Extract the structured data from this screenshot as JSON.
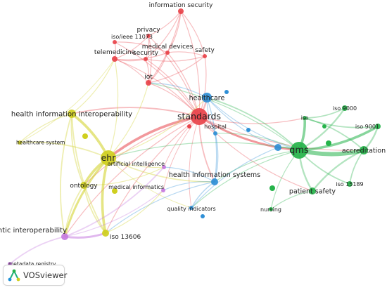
{
  "app": {
    "name": "VOSviewer",
    "logo_icon": "vosviewer-logo-icon"
  },
  "colors": {
    "red": "#e8434a",
    "blue": "#2f8fd6",
    "green": "#25b34a",
    "yellow": "#cfcf1f",
    "purple": "#c77be0"
  },
  "nodes": [
    {
      "id": "information_security",
      "label": "information security",
      "cluster": "red"
    },
    {
      "id": "privacy",
      "label": "privacy",
      "cluster": "red"
    },
    {
      "id": "iso_ieee_11073",
      "label": "iso/ieee 11073",
      "cluster": "red"
    },
    {
      "id": "medical_devices",
      "label": "medical devices",
      "cluster": "red"
    },
    {
      "id": "telemedicine",
      "label": "telemedicine",
      "cluster": "red"
    },
    {
      "id": "security",
      "label": "security",
      "cluster": "red"
    },
    {
      "id": "safety",
      "label": "safety",
      "cluster": "red"
    },
    {
      "id": "iot",
      "label": "iot",
      "cluster": "red"
    },
    {
      "id": "standards",
      "label": "standards",
      "cluster": "red"
    },
    {
      "id": "healthcare",
      "label": "healthcare",
      "cluster": "blue"
    },
    {
      "id": "hospital",
      "label": "hospital",
      "cluster": "blue"
    },
    {
      "id": "health_information_systems",
      "label": "health information systems",
      "cluster": "blue"
    },
    {
      "id": "quality_indicators",
      "label": "quality indicators",
      "cluster": "blue"
    },
    {
      "id": "hie",
      "label": "",
      "cluster": "blue"
    },
    {
      "id": "qms",
      "label": "qms",
      "cluster": "green"
    },
    {
      "id": "iso",
      "label": "iso",
      "cluster": "green"
    },
    {
      "id": "iso_9000",
      "label": "iso 9000",
      "cluster": "green"
    },
    {
      "id": "iso_9001",
      "label": "iso 9001",
      "cluster": "green"
    },
    {
      "id": "accreditation",
      "label": "accreditation",
      "cluster": "green"
    },
    {
      "id": "patient_safety",
      "label": "patient safety",
      "cluster": "green"
    },
    {
      "id": "iso_15189",
      "label": "iso 15189",
      "cluster": "green"
    },
    {
      "id": "nursing",
      "label": "nursing",
      "cluster": "green"
    },
    {
      "id": "health_information_interoperability",
      "label": "health information interoperability",
      "cluster": "yellow"
    },
    {
      "id": "healthcare_system",
      "label": "healthcare system",
      "cluster": "yellow"
    },
    {
      "id": "ehr",
      "label": "ehr",
      "cluster": "yellow"
    },
    {
      "id": "ontology",
      "label": "ontology",
      "cluster": "yellow"
    },
    {
      "id": "iso_13606",
      "label": "iso 13606",
      "cluster": "yellow"
    },
    {
      "id": "artificial_intelligence",
      "label": "artificial intelligence",
      "cluster": "purple"
    },
    {
      "id": "medical_informatics",
      "label": "medical informatics",
      "cluster": "purple"
    },
    {
      "id": "semantic_interoperability",
      "label": "semantic interoperability",
      "cluster": "purple"
    },
    {
      "id": "metadata_registry",
      "label": "metadata registry",
      "cluster": "purple"
    }
  ],
  "links": [
    [
      "standards",
      "ehr",
      3
    ],
    [
      "standards",
      "qms",
      2.5
    ],
    [
      "standards",
      "healthcare",
      2
    ],
    [
      "standards",
      "health_information_interoperability",
      1.5
    ],
    [
      "standards",
      "iot",
      1
    ],
    [
      "standards",
      "telemedicine",
      1
    ],
    [
      "standards",
      "security",
      1
    ],
    [
      "standards",
      "safety",
      1
    ],
    [
      "standards",
      "privacy",
      1
    ],
    [
      "standards",
      "information_security",
      1
    ],
    [
      "standards",
      "medical_devices",
      1
    ],
    [
      "standards",
      "iso_ieee_11073",
      1
    ],
    [
      "standards",
      "accreditation",
      1
    ],
    [
      "standards",
      "health_information_systems",
      1.5
    ],
    [
      "standards",
      "hospital",
      1
    ],
    [
      "standards",
      "iso",
      1
    ],
    [
      "standards",
      "ontology",
      1
    ],
    [
      "standards",
      "semantic_interoperability",
      1
    ],
    [
      "standards",
      "iso_13606",
      1
    ],
    [
      "standards",
      "patient_safety",
      1
    ],
    [
      "standards",
      "artificial_intelligence",
      0.8
    ],
    [
      "standards",
      "medical_informatics",
      0.8
    ],
    [
      "standards",
      "quality_indicators",
      0.8
    ],
    [
      "qms",
      "accreditation",
      5
    ],
    [
      "qms",
      "iso",
      3
    ],
    [
      "qms",
      "iso_9001",
      3
    ],
    [
      "qms",
      "iso_9000",
      2
    ],
    [
      "qms",
      "patient_safety",
      2
    ],
    [
      "qms",
      "iso_15189",
      1.5
    ],
    [
      "qms",
      "nursing",
      1
    ],
    [
      "qms",
      "healthcare",
      1.5
    ],
    [
      "qms",
      "hie",
      1.5
    ],
    [
      "qms",
      "hospital",
      1
    ],
    [
      "qms",
      "health_information_systems",
      1
    ],
    [
      "qms",
      "ehr",
      1
    ],
    [
      "qms",
      "quality_indicators",
      1
    ],
    [
      "qms",
      "iot",
      1
    ],
    [
      "accreditation",
      "iso_9001",
      2
    ],
    [
      "accreditation",
      "patient_safety",
      2
    ],
    [
      "accreditation",
      "iso_15189",
      1.5
    ],
    [
      "accreditation",
      "iso",
      1.5
    ],
    [
      "iso",
      "iso_9000",
      1.5
    ],
    [
      "iso",
      "iso_9001",
      1.5
    ],
    [
      "patient_safety",
      "nursing",
      1
    ],
    [
      "healthcare",
      "qms",
      1
    ],
    [
      "ehr",
      "health_information_interoperability",
      3
    ],
    [
      "ehr",
      "ontology",
      3
    ],
    [
      "ehr",
      "iso_13606",
      3
    ],
    [
      "ehr",
      "semantic_interoperability",
      2.5
    ],
    [
      "ehr",
      "healthcare_system",
      1.5
    ],
    [
      "ehr",
      "healthcare",
      1
    ],
    [
      "ehr",
      "health_information_systems",
      1.5
    ],
    [
      "ehr",
      "telemedicine",
      1
    ],
    [
      "ehr",
      "iot",
      1
    ],
    [
      "ehr",
      "artificial_intelligence",
      1
    ],
    [
      "ehr",
      "quality_indicators",
      0.8
    ],
    [
      "health_information_interoperability",
      "ontology",
      1.5
    ],
    [
      "health_information_interoperability",
      "semantic_interoperability",
      1.5
    ],
    [
      "health_information_interoperability",
      "healthcare_system",
      1
    ],
    [
      "health_information_interoperability",
      "iso_13606",
      1.5
    ],
    [
      "health_information_interoperability",
      "telemedicine",
      1
    ],
    [
      "ontology",
      "semantic_interoperability",
      1.5
    ],
    [
      "ontology",
      "iso_13606",
      1.5
    ],
    [
      "semantic_interoperability",
      "iso_13606",
      2.5
    ],
    [
      "semantic_interoperability",
      "metadata_registry",
      1.5
    ],
    [
      "semantic_interoperability",
      "artificial_intelligence",
      1.5
    ],
    [
      "semantic_interoperability",
      "medical_informatics",
      1
    ],
    [
      "health_information_systems",
      "quality_indicators",
      1.2
    ],
    [
      "health_information_systems",
      "hospital",
      1.2
    ],
    [
      "health_information_systems",
      "healthcare",
      1.2
    ],
    [
      "health_information_systems",
      "artificial_intelligence",
      1
    ],
    [
      "health_information_systems",
      "medical_informatics",
      1
    ],
    [
      "health_information_systems",
      "iso_13606",
      1
    ],
    [
      "healthcare",
      "hospital",
      1
    ],
    [
      "healthcare",
      "iot",
      1
    ],
    [
      "healthcare",
      "hie",
      1
    ],
    [
      "hie",
      "quality_indicators",
      1
    ],
    [
      "iot",
      "telemedicine",
      1
    ],
    [
      "iot",
      "security",
      1
    ],
    [
      "iot",
      "safety",
      1
    ],
    [
      "iot",
      "privacy",
      1
    ],
    [
      "iot",
      "information_security",
      1
    ],
    [
      "iot",
      "medical_devices",
      1
    ],
    [
      "telemedicine",
      "security",
      1
    ],
    [
      "telemedicine",
      "privacy",
      1
    ],
    [
      "telemedicine",
      "iso_ieee_11073",
      1
    ],
    [
      "telemedicine",
      "medical_devices",
      1
    ],
    [
      "security",
      "privacy",
      1
    ],
    [
      "security",
      "safety",
      1
    ],
    [
      "security",
      "information_security",
      1
    ],
    [
      "safety",
      "medical_devices",
      1
    ],
    [
      "safety",
      "information_security",
      1
    ],
    [
      "privacy",
      "information_security",
      1
    ],
    [
      "medical_devices",
      "iso_ieee_11073",
      1
    ],
    [
      "medical_devices",
      "information_security",
      1
    ],
    [
      "healthcare_system",
      "telemedicine",
      0.8
    ],
    [
      "ontology",
      "artificial_intelligence",
      1
    ],
    [
      "iso_13606",
      "medical_informatics",
      1
    ]
  ]
}
